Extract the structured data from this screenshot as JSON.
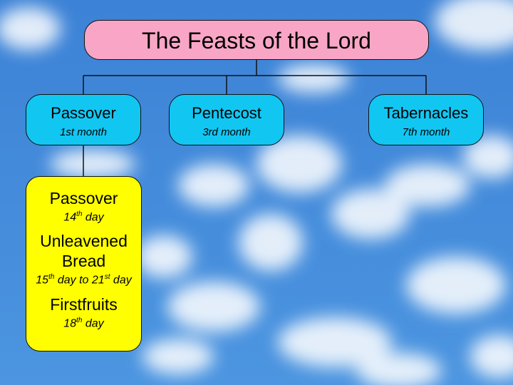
{
  "title": "The Feasts of the Lord",
  "months": [
    {
      "name": "Passover",
      "sub": "1st month"
    },
    {
      "name": "Pentecost",
      "sub": "3rd month"
    },
    {
      "name": "Tabernacles",
      "sub": "7th month"
    }
  ],
  "feasts": [
    {
      "name": "Passover",
      "day_a": "14",
      "day_a_sup": "th",
      "day_a_rest": " day"
    },
    {
      "name_line1": "Unleavened",
      "name_line2": "Bread",
      "day_a": "15",
      "day_a_sup": "th",
      "day_a_rest": " day to 21",
      "day_b_sup": "st",
      "day_b_rest": " day"
    },
    {
      "name": "Firstfruits",
      "day_a": "18",
      "day_a_sup": "th",
      "day_a_rest": " day"
    }
  ],
  "colors": {
    "title_box": "#f9a6c6",
    "month_box": "#12c6f2",
    "feast_box": "#ffff00",
    "sky": "#3f86d8"
  }
}
